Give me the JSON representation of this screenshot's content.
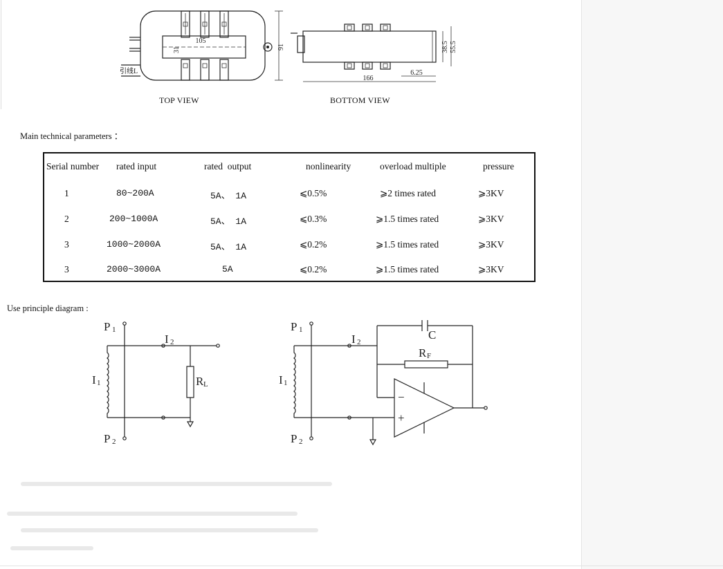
{
  "views": {
    "top_label": "TOP VIEW",
    "bottom_label": "BOTTOM VIEW",
    "top_dims": {
      "width": "105",
      "height_inner": "31",
      "height_outer": "91",
      "lead": "引线L"
    },
    "bottom_dims": {
      "length": "166",
      "offset": "6.25",
      "h1": "38.5",
      "h2": "55.5"
    }
  },
  "params_title": "Main technical parameters ：",
  "table": {
    "headers": [
      "Serial number",
      "rated input",
      "rated  output",
      "nonlinearity",
      "overload multiple",
      "pressure"
    ],
    "rows": [
      [
        "1",
        "80~200A",
        "5A、 1A",
        "⩽0.5%",
        "⩾2 times rated",
        "⩾3KV"
      ],
      [
        "2",
        "200~1000A",
        "5A、 1A",
        "⩽0.3%",
        "⩾1.5 times rated",
        "⩾3KV"
      ],
      [
        "3",
        "1000~2000A",
        "5A、 1A",
        "⩽0.2%",
        "⩾1.5 times rated",
        "⩾3KV"
      ],
      [
        "3",
        "2000~3000A",
        "5A",
        "⩽0.2%",
        "⩾1.5 times rated",
        "⩾3KV"
      ]
    ]
  },
  "diagram_title": "Use principle diagram :",
  "circuit_left": {
    "p1": "P",
    "p1_sub": "1",
    "p2": "P",
    "p2_sub": "2",
    "i1": "I",
    "i1_sub": "1",
    "i2": "I",
    "i2_sub": "2",
    "rl": "R",
    "rl_sub": "L"
  },
  "circuit_right": {
    "p1": "P",
    "p1_sub": "1",
    "p2": "P",
    "p2_sub": "2",
    "i1": "I",
    "i1_sub": "1",
    "i2": "I",
    "i2_sub": "2",
    "c": "C",
    "rf": "R",
    "rf_sub": "F",
    "minus": "−",
    "plus": "+"
  }
}
